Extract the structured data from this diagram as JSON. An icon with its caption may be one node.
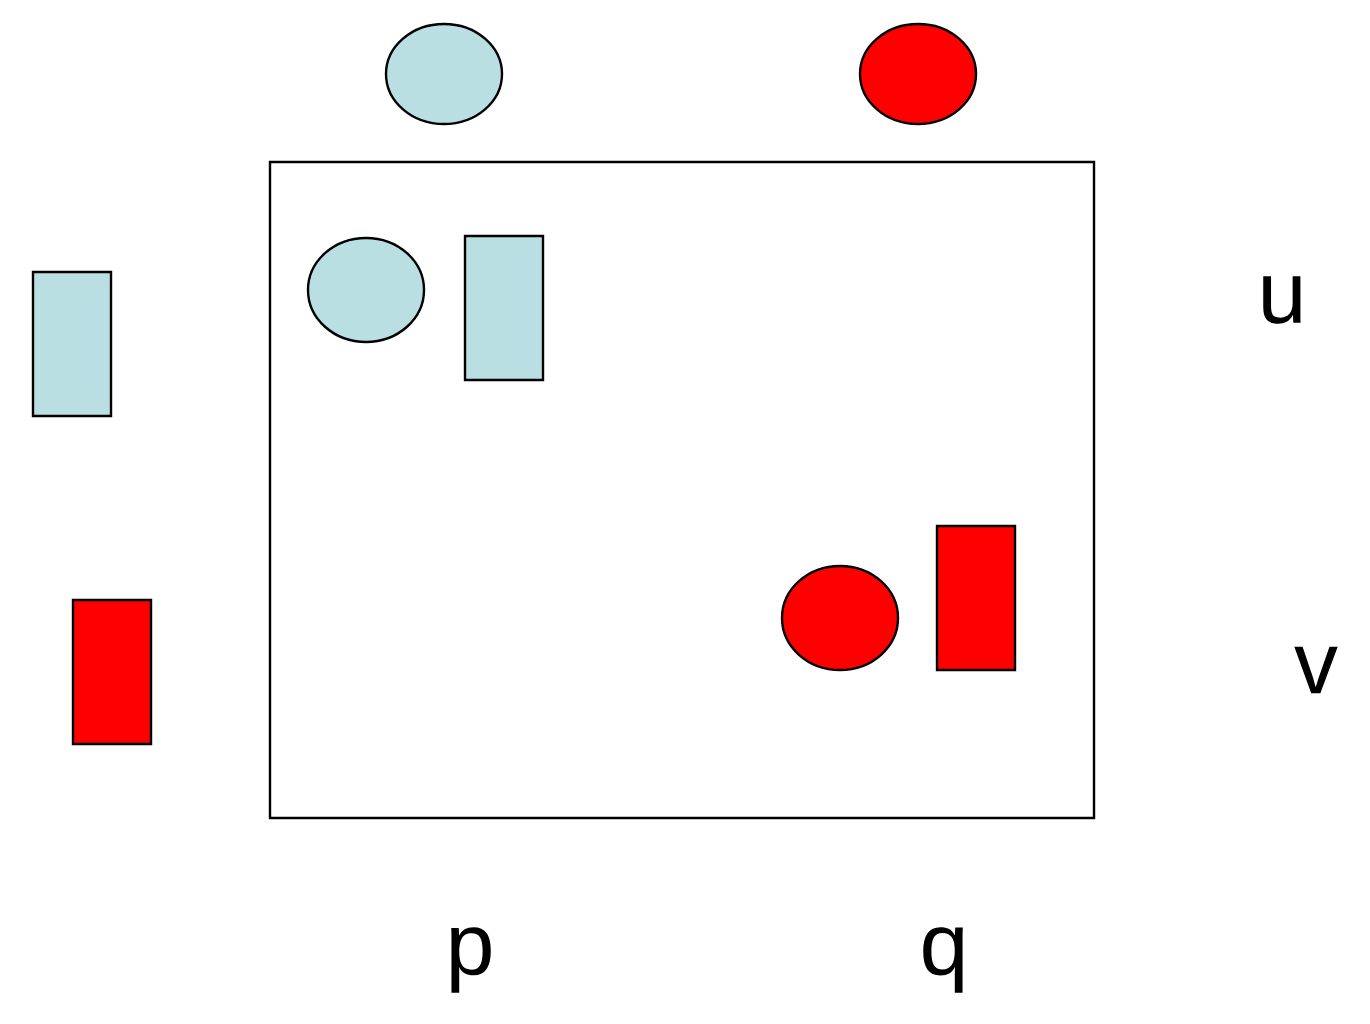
{
  "diagram": {
    "nodes": [
      {
        "text": [],
        "shape": "circle"
      },
      {
        "text": [],
        "shape": "circle"
      },
      {
        "text": [],
        "shape": "box"
      },
      {
        "text": [],
        "shape": "circle",
        "in": 2
      },
      {
        "text": [],
        "shape": "box",
        "in": 2
      },
      {
        "text": [],
        "shape": "box"
      },
      {
        "text": [],
        "shape": "circle",
        "in": 2
      },
      {
        "text": [],
        "shape": "box",
        "in": 2
      },
      {
        "text": [],
        "shape": "box"
      }
    ],
    "labels": [
      "u",
      "v",
      "p",
      "q"
    ]
  }
}
